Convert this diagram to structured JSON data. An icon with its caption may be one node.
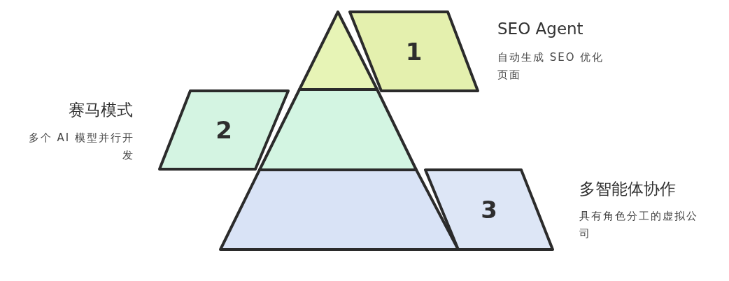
{
  "diagram": {
    "nodes": [
      {
        "text": [],
        "shape": "triangle"
      },
      {
        "text": [],
        "shape": "band"
      },
      {
        "text": [],
        "shape": "band"
      },
      {
        "text": [
          "1"
        ],
        "beside": [
          "SEO Agent",
          "自动生成 SEO 优化页面"
        ]
      },
      {
        "text": [
          "2"
        ],
        "beside": [
          "赛马模式",
          "多个 AI 模型并行开发"
        ]
      },
      {
        "text": [
          "3"
        ],
        "beside": [
          "多智能体协作",
          "具有角色分工的虚拟公司"
        ]
      }
    ]
  }
}
